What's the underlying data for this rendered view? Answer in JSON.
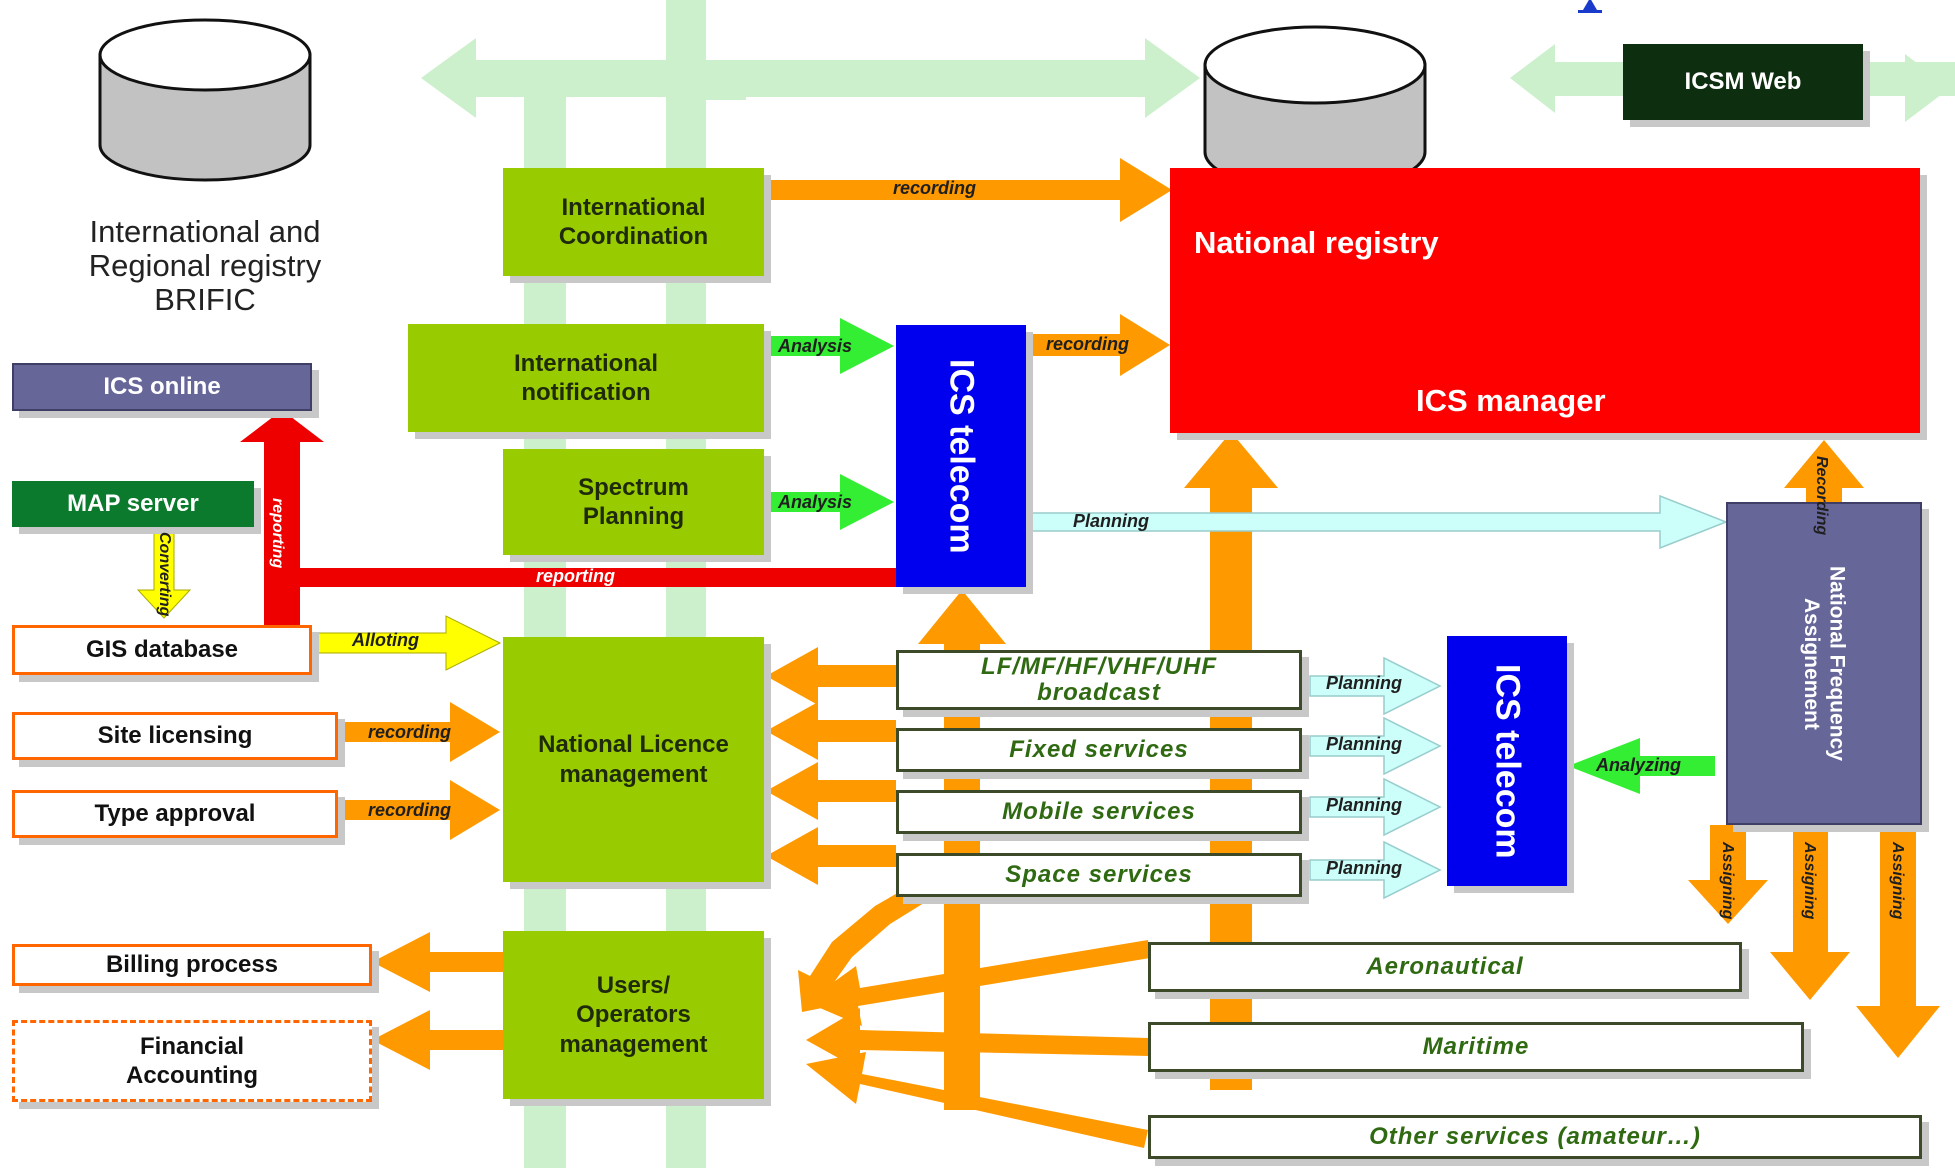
{
  "registries": {
    "international": {
      "lines": [
        "International and",
        "Regional registry",
        "BRIFIC"
      ]
    }
  },
  "systems": {
    "icsm_web": "ICSM Web",
    "ics_online": "ICS online",
    "map_server": "MAP server",
    "gis_database": "GIS database",
    "national_registry": "National registry",
    "ics_manager": "ICS manager",
    "ics_telecom": "ICS telecom",
    "national_frequency_assignment": "National Frequency Assignement"
  },
  "processes": {
    "international_coordination": "International Coordination",
    "international_notification": "International notification",
    "spectrum_planning": "Spectrum Planning",
    "national_licence_management": "National Licence management",
    "users_operators_management": "Users/ Operators management",
    "site_licensing": "Site licensing",
    "type_approval": "Type approval",
    "billing_process": "Billing process",
    "financial_accounting": "Financial Accounting"
  },
  "services": {
    "broadcast": "LF/MF/HF/VHF/UHF broadcast",
    "fixed": "Fixed services",
    "mobile": "Mobile services",
    "space": "Space services",
    "aeronautical": "Aeronautical",
    "maritime": "Maritime",
    "other": "Other services (amateur…)"
  },
  "flow_labels": {
    "recording": "recording",
    "analysis": "Analysis",
    "reporting": "reporting",
    "converting": "Converting",
    "alloting": "Alloting",
    "planning": "Planning",
    "analyzing": "Analyzing",
    "recording_cap": "Recording",
    "assigning": "Assigning"
  },
  "colors": {
    "process_green": "#99cc00",
    "registry_red": "#ff0000",
    "telecom_blue": "#0000ee",
    "flow_orange": "#ff9900",
    "reporting_red": "#ee0000",
    "analysis_green": "#33ee33",
    "backbone_green": "#ccf0cc",
    "planning_cyan": "#ccfffa",
    "converting_yellow": "#ffff00"
  }
}
